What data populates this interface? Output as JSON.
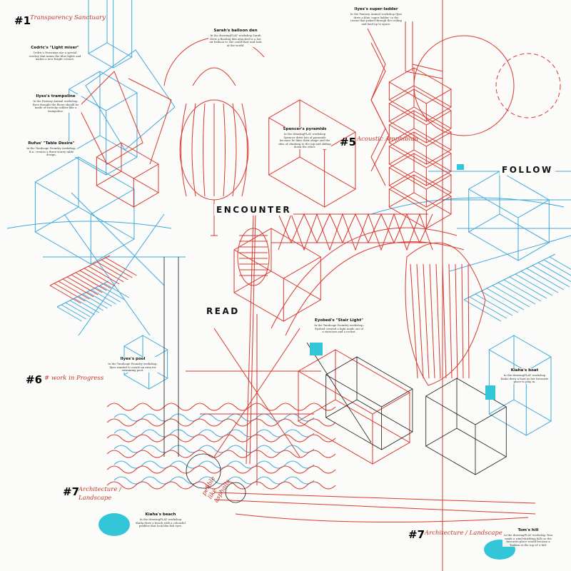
{
  "section_numbers": [
    "#1",
    "#5",
    "#6",
    "#7",
    "#7"
  ],
  "themes": {
    "encounter": "ENCOUNTER",
    "read": "READ",
    "follow": "FOLLOW"
  },
  "handwritten": {
    "h1": "Transparency Sanctuary",
    "h5": "Acoustic Amphibian",
    "h6": "# work in Progress",
    "h7a": "Architecture / Landscape",
    "h7b": "Architecture / Landscape",
    "pebble": "pebble like asphalts"
  },
  "notes": [
    {
      "title": "Cedric's \"Light mixer\"",
      "body": "Cedric's Drawings use a special overlay that mixes the blue lights and makes a new bright colours."
    },
    {
      "title": "Ilyes's trampoline",
      "body": "In the Fantasy Animal workshop, Ilyes thought the floors should be made of stretchy rubber like a trampoline."
    },
    {
      "title": "Rufus' \"Table Desire\"",
      "body": "In the Tandooge Foundry workshop, R.n. creates a three-storey table design."
    },
    {
      "title": "Sarah's balloon den",
      "body": "In the drawingPLAY workshop Sarah drew a floating den attached to a hot air balloon so she could float and look at the world."
    },
    {
      "title": "Ilyes's super-ladder",
      "body": "In the Fantasy Animal workshop Ilyes drew a blue 'super ladder' to the rooms that poked through the ceiling and lead up to space."
    },
    {
      "title": "Spencer's pyramids",
      "body": "In the drawingPLAY workshop Spencer drew lots of pyramids because he likes their shape and the idea of climbing to the top and sliding down the other."
    },
    {
      "title": "Eyobed's \"Stair Light\"",
      "body": "In the Tandooge Foundry workshop, Eyobed created a light made out of a staircase and a rocket."
    },
    {
      "title": "Ilyes's pool",
      "body": "In the Tandooge Foundry workshop, Ilyes wanted to create an area for swimming pool."
    },
    {
      "title": "Kiaha's beach",
      "body": "In the drawingPLAY workshop Kiaha drew a beach with a colourful pebbles that look like fish eyes."
    },
    {
      "title": "Kiaha's boat",
      "body": "In the drawingPLAY workshop Kiaha drew a boat as her favourite place to play in."
    },
    {
      "title": "Tom's hill",
      "body": "In the drawingPLAY workshop Tom made a wind-shielding hills so the favourite place would become a 'hidden at the top of' a hill."
    }
  ],
  "colors": {
    "red": "#d9382e",
    "blue": "#3fa8dc",
    "cyan": "#33c6d8",
    "ink": "#1a1a1a",
    "paper": "#fbfbf9"
  }
}
